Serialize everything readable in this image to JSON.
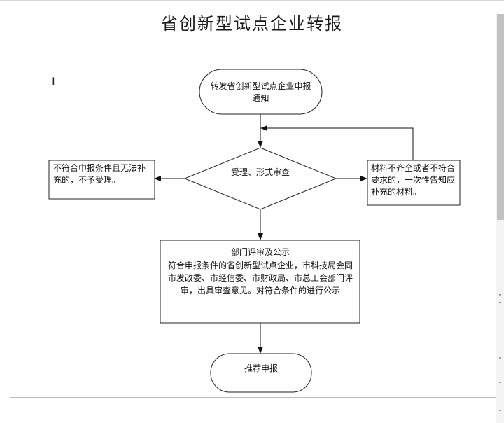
{
  "title": "省创新型试点企业转报",
  "cursor_char": "I",
  "nodes": {
    "start": "转发省创新型试点企业申报通知",
    "review": "受理、形式审查",
    "reject": "不符合申报条件且无法补充的，不予受理。",
    "supplement": "材料不齐全或者不符合要求的，一次性告知应补充的材料。",
    "dept_review_title": "部门评审及公示",
    "dept_review_body": "符合申报条件的省创新型试点企业，市科技局会同市发改委、市经信委、市财政局、市总工会部门评审，出具审查意见。对符合条件的进行公示",
    "end": "推荐申报"
  },
  "side_markers": [
    "˅",
    "˅",
    "˅",
    "˅",
    "˅"
  ]
}
